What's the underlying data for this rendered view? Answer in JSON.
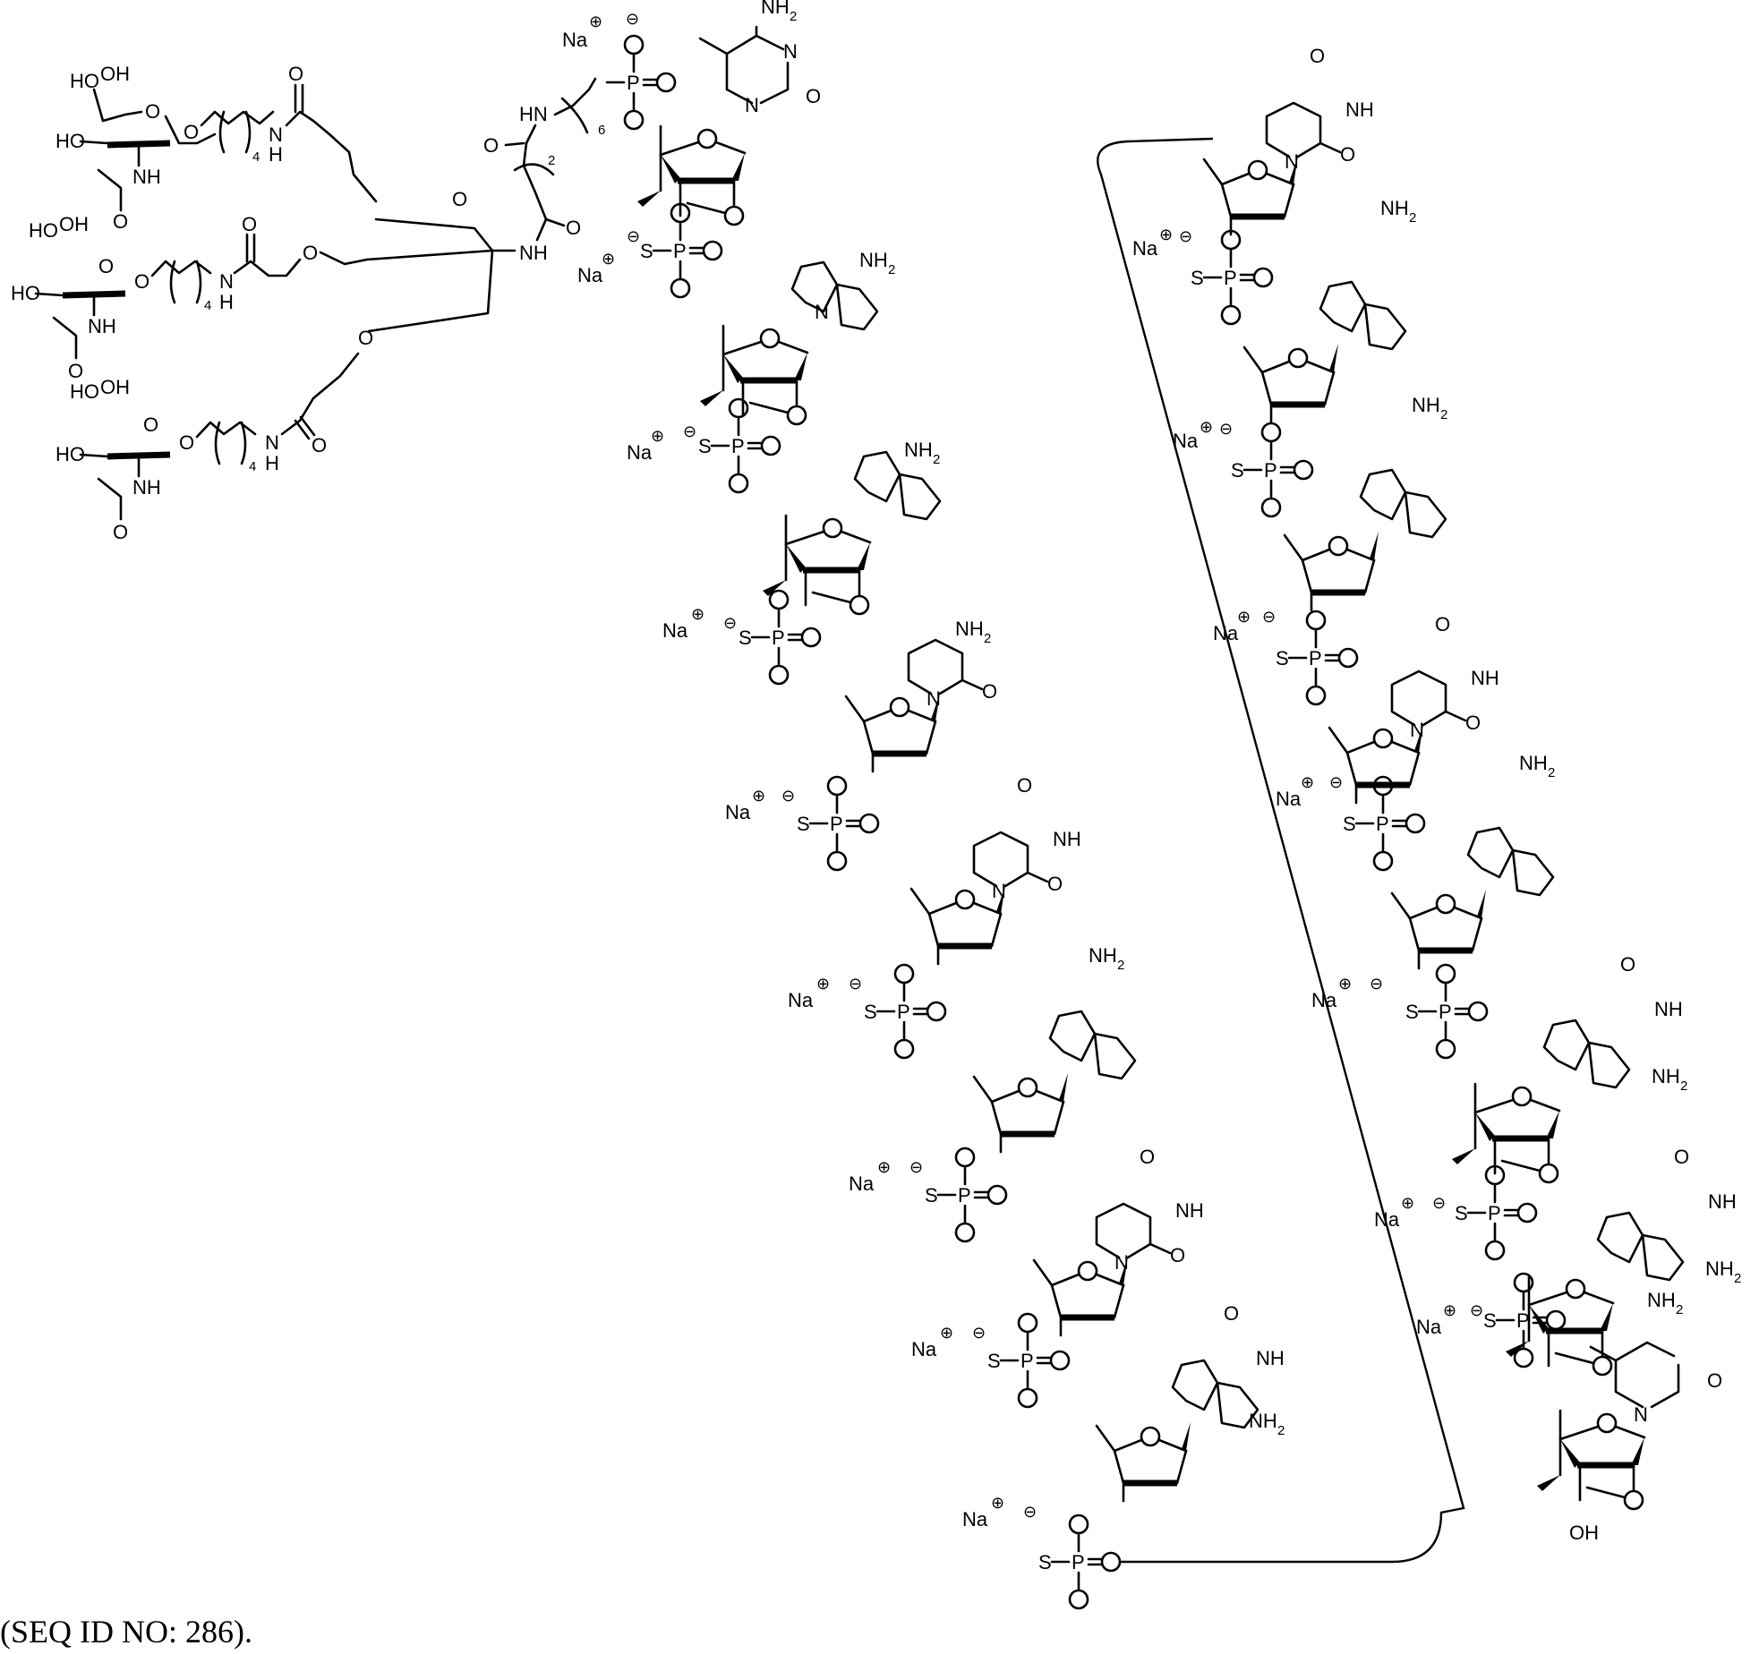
{
  "figure": {
    "caption": "(SEQ ID NO: 286).",
    "description": "Tri-antennary GalNAc-conjugated phosphorothioate oligonucleotide, sodium salt"
  },
  "labels": {
    "na": "Na",
    "plus": "⊕",
    "minus": "⊖",
    "o": "O",
    "s": "S",
    "p": "P",
    "n": "N",
    "nh": "NH",
    "hn": "HN",
    "h": "H",
    "nh2": "NH",
    "two": "2",
    "oh": "OH",
    "ho": "HO",
    "four": "4",
    "six": "6",
    "two_rep": "2"
  },
  "galnac_arms": [
    {
      "index": 1,
      "repeat": "4"
    },
    {
      "index": 2,
      "repeat": "4"
    },
    {
      "index": 3,
      "repeat": "4"
    }
  ],
  "linker": {
    "hexyl_repeat": "6",
    "ethyl_repeat": "2"
  },
  "strand_left": [
    {
      "base": "5-methylcytosine",
      "sugar": "cEt",
      "linkage": "phosphate"
    },
    {
      "base": "adenine",
      "sugar": "cEt",
      "linkage": "phosphorothioate"
    },
    {
      "base": "adenine",
      "sugar": "cEt",
      "linkage": "phosphorothioate"
    },
    {
      "base": "5-methylcytosine",
      "sugar": "deoxy",
      "linkage": "phosphorothioate"
    },
    {
      "base": "thymine",
      "sugar": "deoxy",
      "linkage": "phosphorothioate"
    },
    {
      "base": "adenine",
      "sugar": "deoxy",
      "linkage": "phosphorothioate"
    },
    {
      "base": "thymine",
      "sugar": "deoxy",
      "linkage": "phosphorothioate"
    },
    {
      "base": "guanine",
      "sugar": "deoxy",
      "linkage": "phosphorothioate"
    }
  ],
  "strand_right": [
    {
      "base": "thymine",
      "sugar": "deoxy",
      "linkage": "phosphorothioate"
    },
    {
      "base": "adenine",
      "sugar": "deoxy",
      "linkage": "phosphorothioate"
    },
    {
      "base": "adenine",
      "sugar": "deoxy",
      "linkage": "phosphorothioate"
    },
    {
      "base": "thymine",
      "sugar": "deoxy",
      "linkage": "phosphorothioate"
    },
    {
      "base": "adenine",
      "sugar": "deoxy",
      "linkage": "phosphorothioate"
    },
    {
      "base": "guanine",
      "sugar": "cEt",
      "linkage": "phosphorothioate"
    },
    {
      "base": "guanine",
      "sugar": "cEt",
      "linkage": "phosphorothioate"
    },
    {
      "base": "5-methylcytosine",
      "sugar": "cEt",
      "terminal": "3'-OH"
    }
  ]
}
